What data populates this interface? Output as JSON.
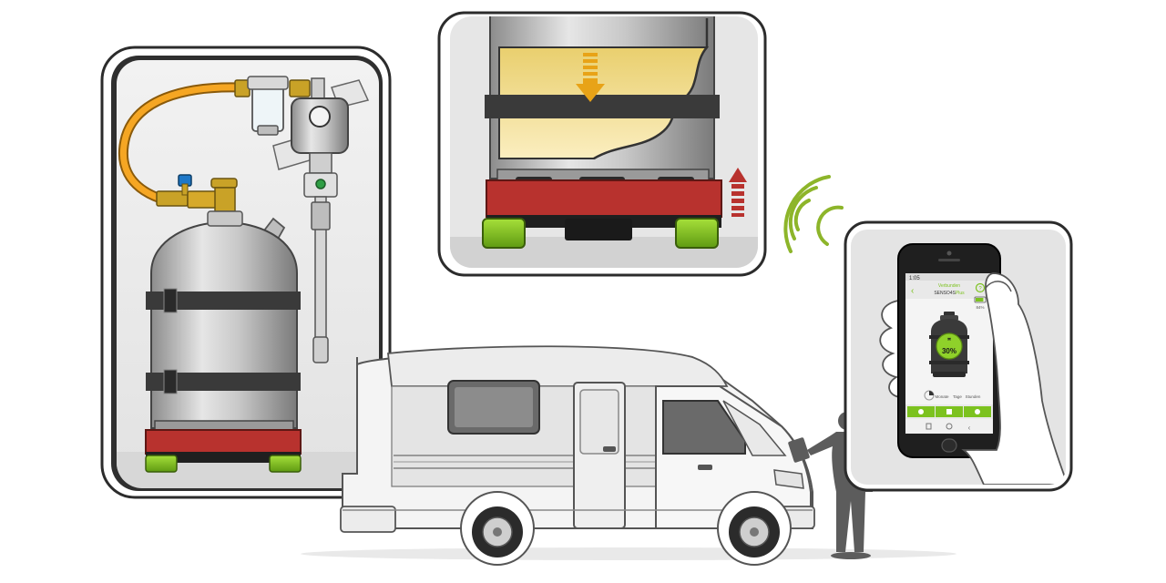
{
  "colors": {
    "gas_green": "#7cc21f",
    "platform_red": "#b8322e",
    "hose_orange": "#f5a623",
    "brass": "#c9a227",
    "signal_green": "#8db52a",
    "liquid": "#f3df9a",
    "arrow_orange": "#e8a317",
    "arrow_red": "#b8322e",
    "frame_dark": "#3a3a3a",
    "person": "#5c5c5c"
  },
  "icons": {
    "signal": "wifi-signal-icon",
    "gas_bottle": "gas-bottle-icon",
    "down_arrow": "level-down-arrow-icon",
    "up_arrow": "weight-up-arrow-icon",
    "back": "chevron-left-icon",
    "help": "help-icon",
    "battery": "battery-icon"
  },
  "app": {
    "status_time": "1:05",
    "connection_label": "Verbunden",
    "device_name": "SENSO4S",
    "device_suffix": "Plus",
    "battery_percent": "84%",
    "fill_level_label": "30%",
    "fill_level_value": 0.3,
    "time_units": [
      "Monate",
      "Tage",
      "Stunden"
    ]
  }
}
